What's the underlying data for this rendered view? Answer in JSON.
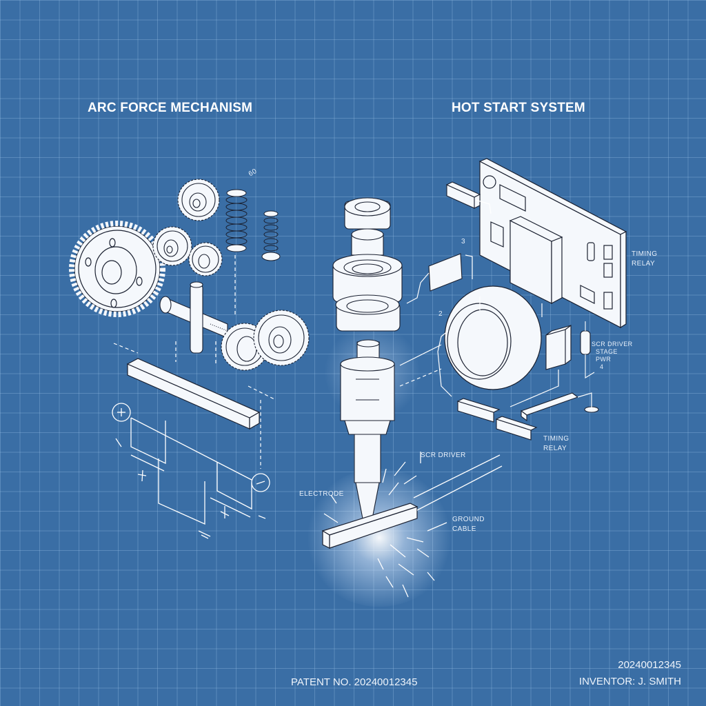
{
  "titles": {
    "left": "ARC FORCE MECHANISM",
    "right": "HOT START SYSTEM"
  },
  "labels": {
    "timing_relay_top": [
      "TIMING",
      "RELAY"
    ],
    "scr_driver_stage": [
      "SCR DRIVER",
      "STAGE",
      "PWR",
      "4"
    ],
    "timing_relay_bottom": [
      "TIMING",
      "RELAY"
    ],
    "scr_driver": "SCR DRIVER",
    "electrode": "ELECTRODE",
    "ground_cable": [
      "GROUND",
      "CABLE"
    ],
    "callout_2": "2",
    "callout_3": "3",
    "callout_60": "60"
  },
  "footer": {
    "patent_no": "PATENT NO. 20240012345",
    "doc_number": "20240012345",
    "inventor": "INVENTOR: J. SMITH"
  },
  "colors": {
    "background": "#3a6ea5",
    "grid": "#7fa8d6",
    "line": "#ffffff",
    "part_fill": "#f5f8fc",
    "part_stroke": "#1a2030"
  },
  "icons": {
    "positive_terminal": "+",
    "negative_terminal": "−"
  }
}
